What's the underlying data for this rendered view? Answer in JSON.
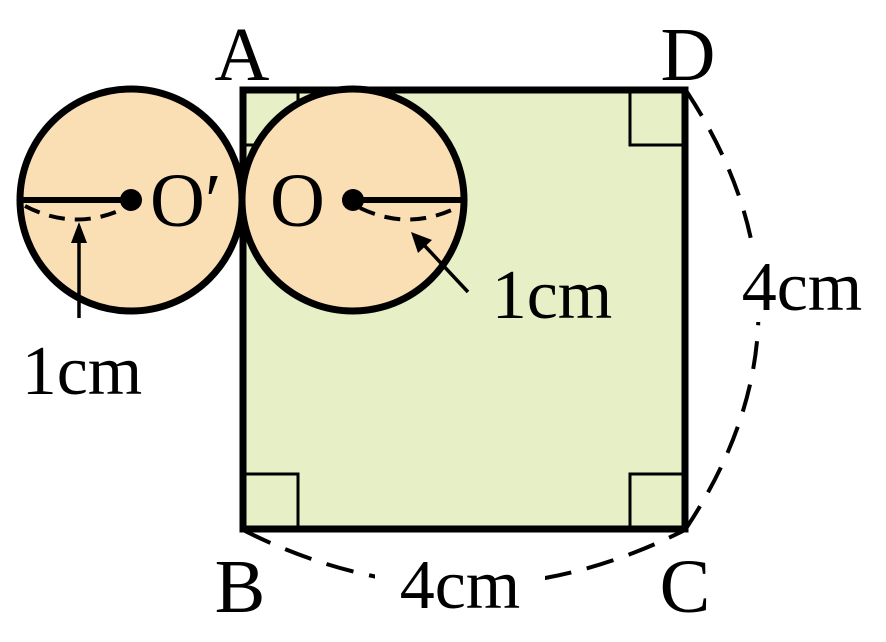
{
  "colors": {
    "square_fill": "#e6efc6",
    "circle_fill": "#fbdfb4",
    "stroke": "#000000",
    "background": "#ffffff"
  },
  "labels": {
    "vertex_a": "A",
    "vertex_b": "B",
    "vertex_c": "C",
    "vertex_d": "D",
    "center_o": "O",
    "center_o_prime": "O′",
    "radius_left": "1cm",
    "radius_right": "1cm",
    "side_right": "4cm",
    "side_bottom": "4cm"
  }
}
